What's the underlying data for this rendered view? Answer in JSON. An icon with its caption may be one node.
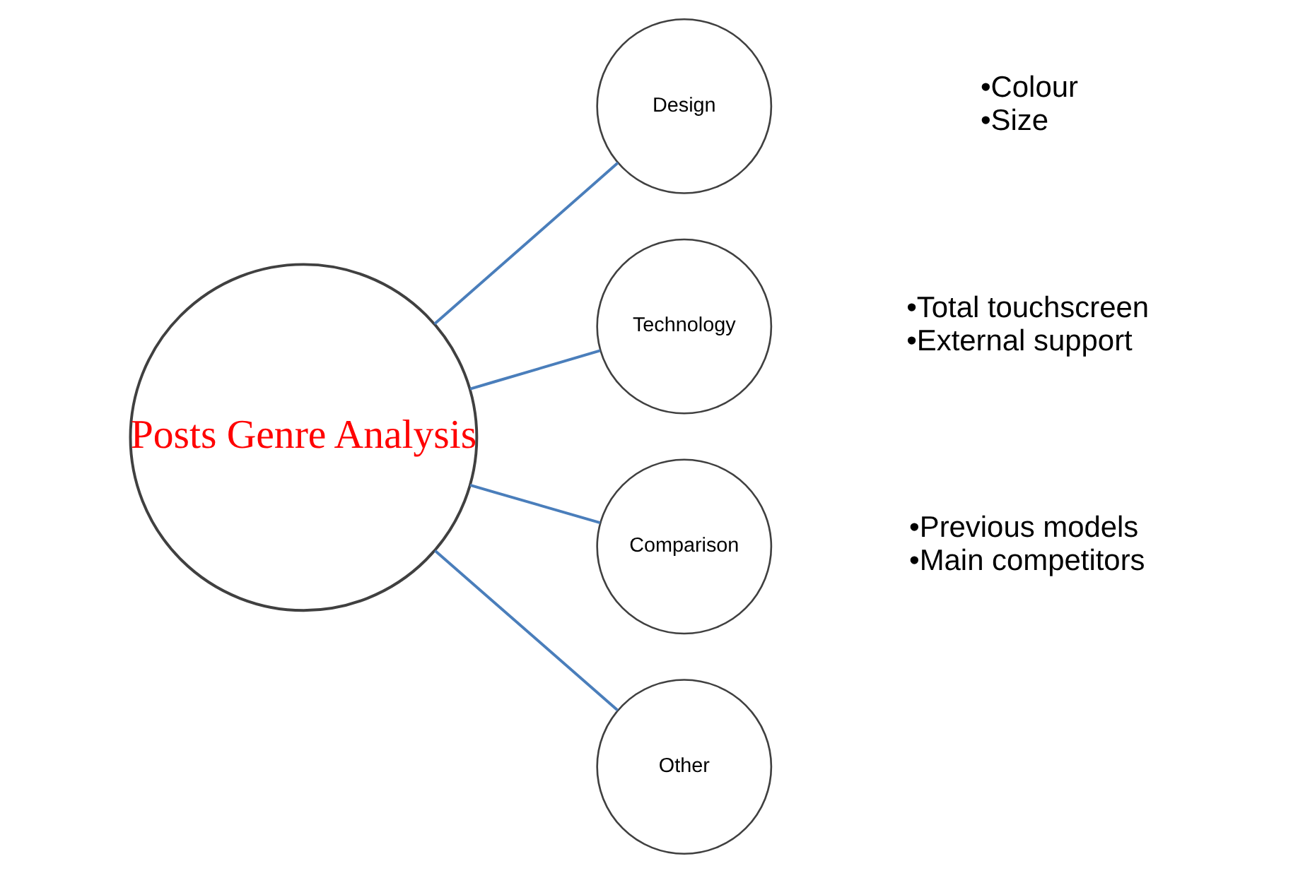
{
  "diagram": {
    "nodes": [
      {
        "text": [
          "Posts Genre Analysis"
        ]
      },
      {
        "text": [
          "Design"
        ],
        "beside": [
          "•Colour",
          "•Size"
        ]
      },
      {
        "text": [
          "Technology"
        ],
        "beside": [
          "•Total touchscreen",
          "•External support"
        ]
      },
      {
        "text": [
          "Comparison"
        ],
        "beside": [
          "•Previous models",
          "•Main competitors"
        ]
      },
      {
        "text": [
          "Other"
        ]
      }
    ],
    "edges": [
      {
        "from": 0,
        "to": 1,
        "arrow": "none"
      },
      {
        "from": 0,
        "to": 2,
        "arrow": "none"
      },
      {
        "from": 0,
        "to": 3,
        "arrow": "none"
      },
      {
        "from": 0,
        "to": 4,
        "arrow": "none"
      }
    ]
  }
}
